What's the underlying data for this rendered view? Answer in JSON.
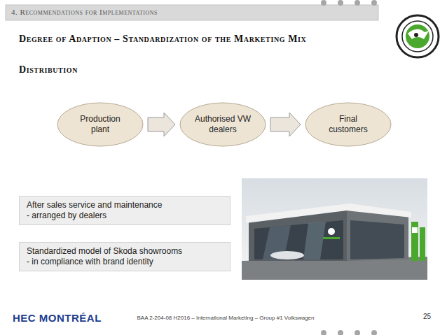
{
  "diagram": {
    "title": "Degree of Adaption – Standardization of the Marketing Mix",
    "nodes": [
      {
        "text": [
          "Production plant"
        ]
      },
      {
        "text": [
          "Authorised VW dealers"
        ]
      },
      {
        "text": [
          "Final customers"
        ]
      },
      {
        "text": [
          "After sales service and maintenance",
          "- arranged by dealers"
        ]
      },
      {
        "text": [
          "Standardized model of Skoda showrooms",
          "- in compliance with brand identity"
        ]
      }
    ],
    "edges": [
      {
        "from": 0,
        "to": 1,
        "arrow": "to"
      },
      {
        "from": 1,
        "to": 2,
        "arrow": "to"
      }
    ],
    "labels": [
      "4. Recommendations for Implementations",
      "Distribution",
      "HEC MONTRÉAL",
      "BAA 2-204-08 H2016 – International Marketing – Group #1 Volkswagen",
      "25"
    ]
  }
}
